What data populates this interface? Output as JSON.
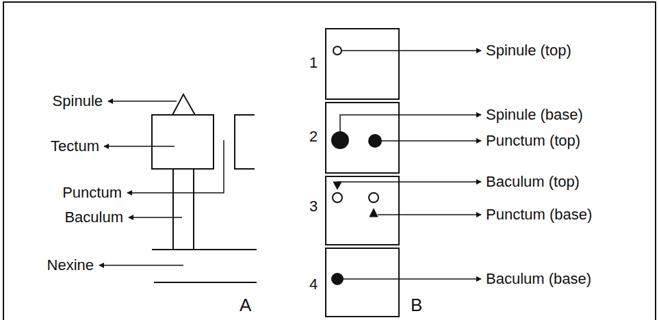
{
  "diagram": {
    "labels": [
      "Spinule",
      "Tectum",
      "Punctum",
      "Baculum",
      "Nexine",
      "A",
      "1",
      "Spinule (top)",
      "2",
      "Spinule (base)",
      "Punctum (top)",
      "3",
      "Baculum (top)",
      "Punctum (base)",
      "4",
      "Baculum (base)",
      "B"
    ]
  }
}
